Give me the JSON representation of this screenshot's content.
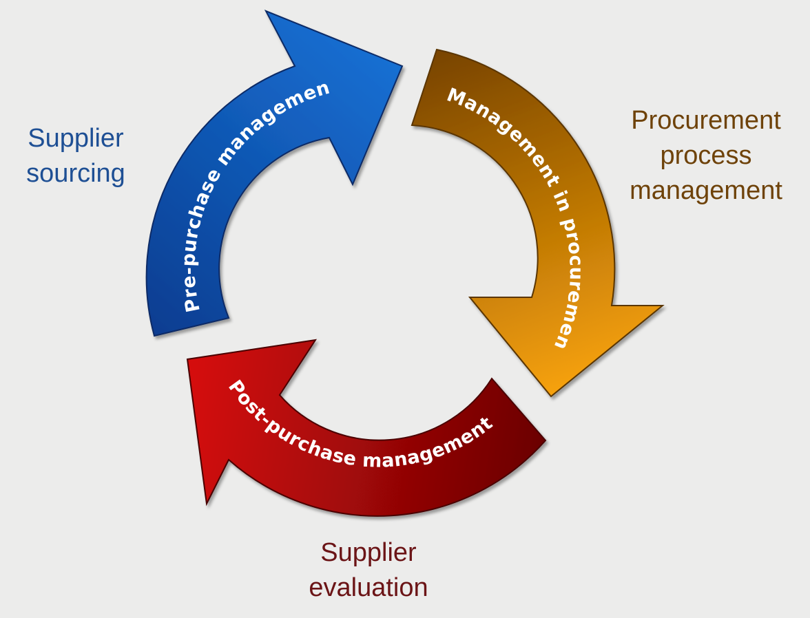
{
  "arrows": {
    "pre_purchase": {
      "label": "Pre-purchase management",
      "colors": {
        "light": "#1672d6",
        "dark": "#0b3d91",
        "edge": "#082a66"
      }
    },
    "procurement": {
      "label": "Management in procurement",
      "colors": {
        "light": "#f7a20a",
        "dark": "#7a4500",
        "edge": "#5a3500"
      }
    },
    "post_purchase": {
      "label": "Post-purchase management",
      "colors": {
        "light": "#d40b0b",
        "dark": "#6b0303",
        "edge": "#4a0202"
      }
    }
  },
  "side_labels": {
    "sourcing": {
      "line1": "Supplier",
      "line2": "sourcing",
      "color": "#1e4f94"
    },
    "procurement": {
      "line1": "Procurement",
      "line2": "process",
      "line3": "management",
      "color": "#6e4209"
    },
    "evaluation": {
      "line1": "Supplier",
      "line2": "evaluation",
      "color": "#6b1416"
    }
  },
  "background": "#ececeb"
}
